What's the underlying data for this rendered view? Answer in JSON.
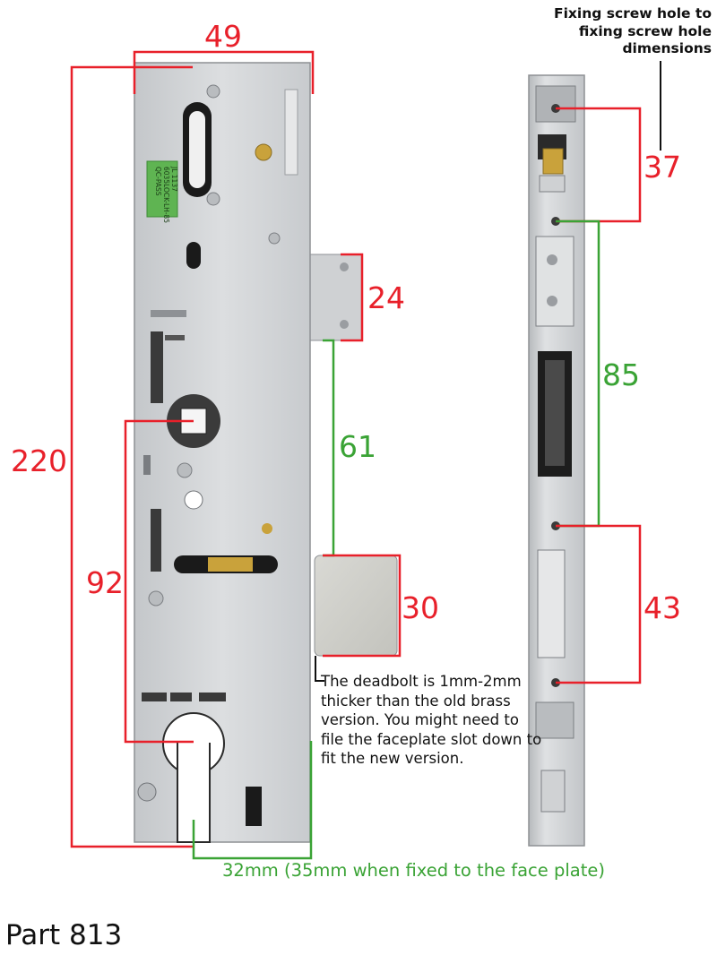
{
  "dimensions": {
    "overall_width": "49",
    "overall_height": "220",
    "hook_height": "24",
    "gap_hook_deadbolt": "61",
    "deadbolt_height": "30",
    "spindle_to_cylinder": "92",
    "top_screw_span": "37",
    "middle_screw_span": "85",
    "bottom_screw_span": "43"
  },
  "notes": {
    "screw_note": "Fixing screw hole to fixing screw hole dimensions",
    "deadbolt_note": "The deadbolt is 1mm-2mm thicker than the old brass version. You might need to file the faceplate slot down to fit the new version.",
    "width_note": "32mm (35mm when fixed to the face plate)"
  },
  "sticker": {
    "line1": "QC-PASS",
    "line2": "6035LOCK-LH-85",
    "line3": "JL 1137"
  },
  "part_label": "Part 813",
  "colors": {
    "red": "#e8202a",
    "green": "#3aa335",
    "plate": "#d6d8da",
    "sticker": "#5fb452"
  }
}
